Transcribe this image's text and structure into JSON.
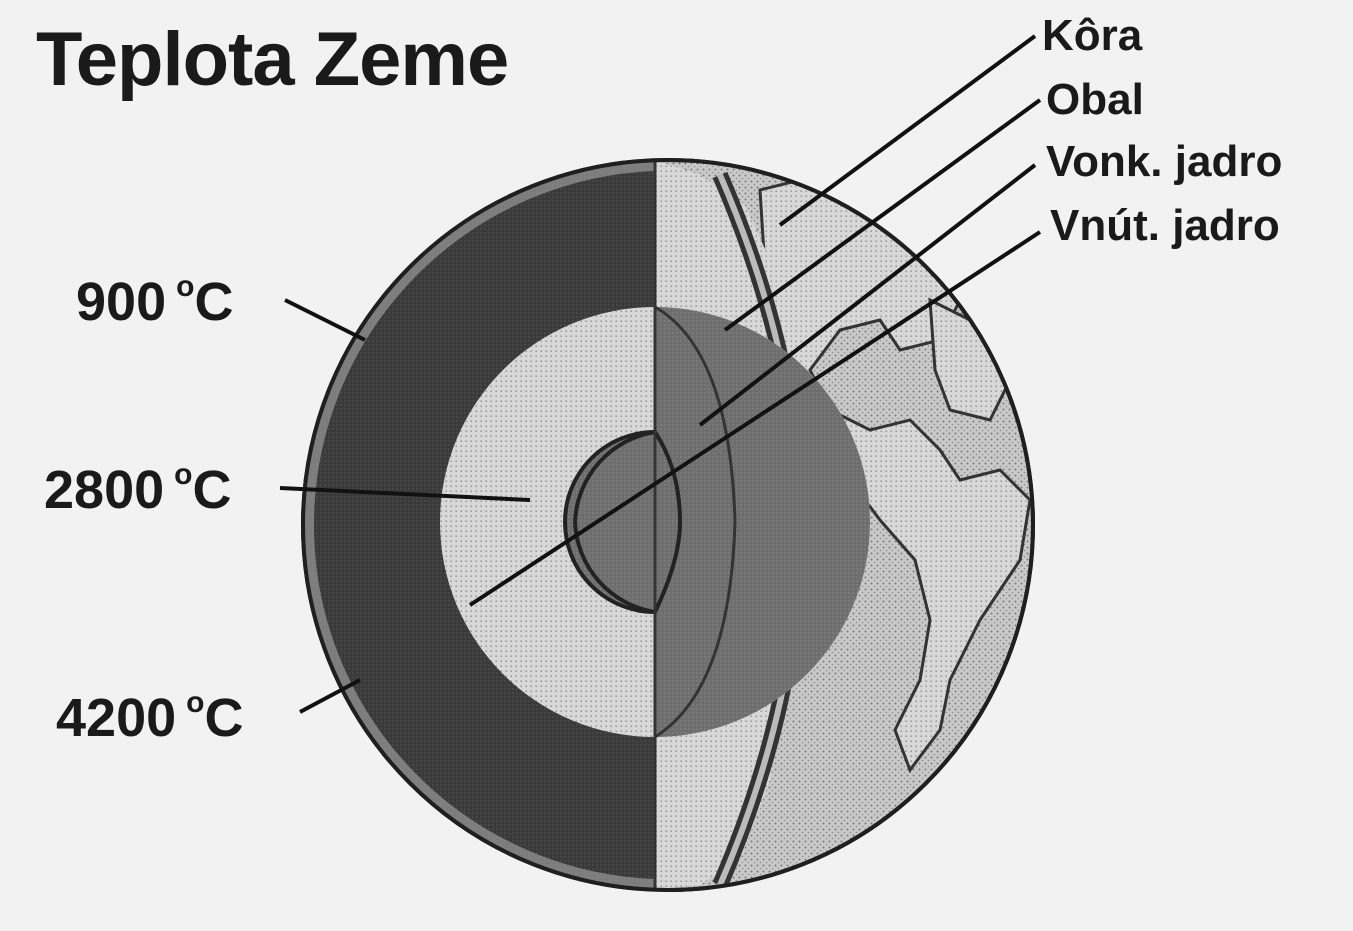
{
  "title": "Teplota Zeme",
  "layers": {
    "crust": "Kôra",
    "mantle": "Obal",
    "outer_core": "Vonk. jadro",
    "inner_core": "Vnút. jadro"
  },
  "temperatures": [
    {
      "value": "900",
      "unit_deg": "o",
      "unit": "C"
    },
    {
      "value": "2800",
      "unit_deg": "o",
      "unit": "C"
    },
    {
      "value": "4200",
      "unit_deg": "o",
      "unit": "C"
    }
  ]
}
